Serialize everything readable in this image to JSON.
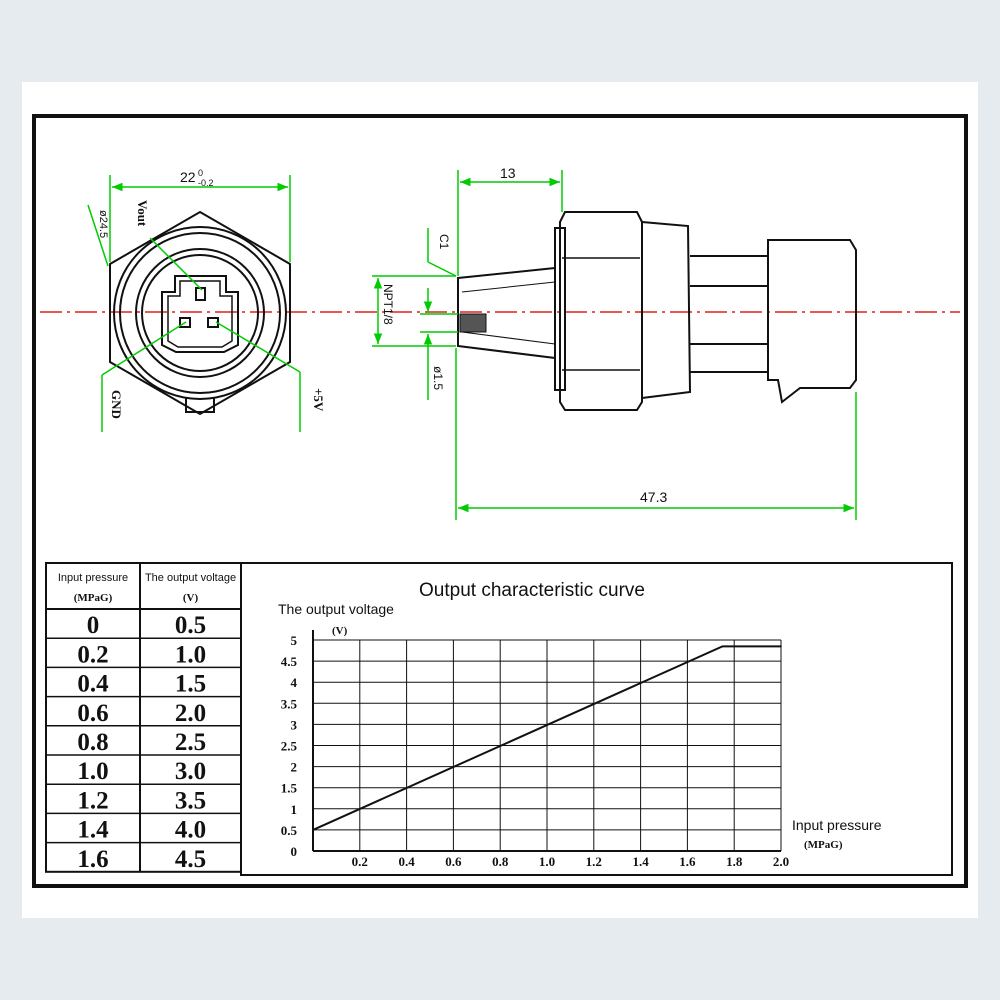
{
  "drawing": {
    "front_view": {
      "width_dim": "22",
      "width_tol_upper": "0",
      "width_tol_lower": "-0.2",
      "hex_dim": "ø24.5",
      "pin_vout": "Vout",
      "pin_gnd": "GND",
      "pin_vplus": "+5V"
    },
    "side_view": {
      "dim_13": "13",
      "dim_c1": "C1",
      "dim_thread": "NPT1/8",
      "dim_hole": "ø1.5",
      "dim_length": "47.3"
    },
    "colors": {
      "dimension": "#00cc00",
      "centerline": "#e0201c",
      "outline": "#111111"
    }
  },
  "table": {
    "header_pressure": "Input pressure",
    "header_pressure_unit": "(MPaG)",
    "header_voltage": "The output voltage",
    "header_voltage_unit": "(V)",
    "rows": [
      {
        "pressure": "0",
        "voltage": "0.5"
      },
      {
        "pressure": "0.2",
        "voltage": "1.0"
      },
      {
        "pressure": "0.4",
        "voltage": "1.5"
      },
      {
        "pressure": "0.6",
        "voltage": "2.0"
      },
      {
        "pressure": "0.8",
        "voltage": "2.5"
      },
      {
        "pressure": "1.0",
        "voltage": "3.0"
      },
      {
        "pressure": "1.2",
        "voltage": "3.5"
      },
      {
        "pressure": "1.4",
        "voltage": "4.0"
      },
      {
        "pressure": "1.6",
        "voltage": "4.5"
      }
    ]
  },
  "chart_data": {
    "type": "line",
    "title": "Output characteristic curve",
    "ylabel": "The output voltage",
    "yunit": "(V)",
    "xlabel": "Input pressure",
    "xunit": "(MPaG)",
    "xlim": [
      0,
      2.0
    ],
    "ylim": [
      0,
      5
    ],
    "x_ticks": [
      "0.2",
      "0.4",
      "0.6",
      "0.8",
      "1.0",
      "1.2",
      "1.4",
      "1.6",
      "1.8",
      "2.0"
    ],
    "y_ticks": [
      "0",
      "0.5",
      "1",
      "1.5",
      "2",
      "2.5",
      "3",
      "3.5",
      "4",
      "4.5",
      "5"
    ],
    "grid": true,
    "series": [
      {
        "x": [
          0,
          1.75,
          2.0
        ],
        "y": [
          0.5,
          4.85,
          4.85
        ]
      }
    ]
  }
}
